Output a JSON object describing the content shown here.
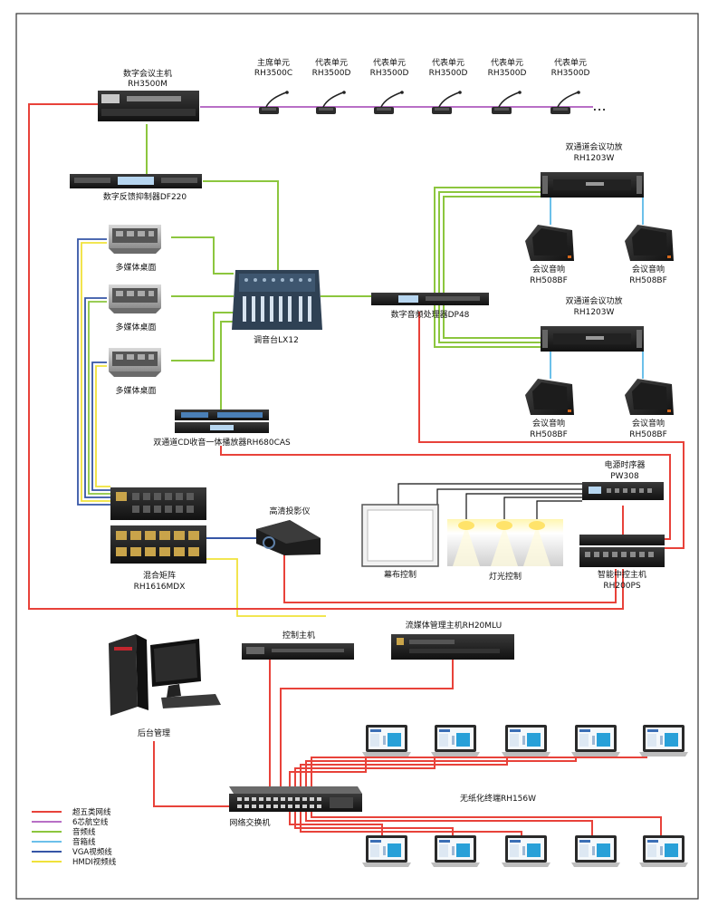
{
  "devices": {
    "host": {
      "name": "数字会议主机",
      "model": "RH3500M"
    },
    "mics": [
      {
        "role": "主席单元",
        "model": "RH3500C"
      },
      {
        "role": "代表单元",
        "model": "RH3500D"
      },
      {
        "role": "代表单元",
        "model": "RH3500D"
      },
      {
        "role": "代表单元",
        "model": "RH3500D"
      },
      {
        "role": "代表单元",
        "model": "RH3500D"
      },
      {
        "role": "代表单元",
        "model": "RH3500D"
      }
    ],
    "mic_more": "...",
    "feedback": "数字反馈抑制器DF220",
    "boxes": [
      "多媒体桌面",
      "多媒体桌面",
      "多媒体桌面"
    ],
    "mixer": "调音台LX12",
    "processor": "数字音频处理器DP48",
    "amp1": {
      "name": "双通道会议功放",
      "model": "RH1203W"
    },
    "amp2": {
      "name": "双通道会议功放",
      "model": "RH1203W"
    },
    "speakers": [
      {
        "name": "会议音响",
        "model": "RH508BF"
      },
      {
        "name": "会议音响",
        "model": "RH508BF"
      },
      {
        "name": "会议音响",
        "model": "RH508BF"
      },
      {
        "name": "会议音响",
        "model": "RH508BF"
      }
    ],
    "cd": "双通道CD收音一体播放器RH680CAS",
    "power": {
      "name": "电源时序器",
      "model": "PW308"
    },
    "projector": "高清投影仪",
    "matrix": {
      "name": "混合矩阵",
      "model": "RH1616MDX"
    },
    "screen": "幕布控制",
    "lights": "灯光控制",
    "central": {
      "name": "智能中控主机",
      "model": "RH200PS"
    },
    "ctrl_host": "控制主机",
    "stream": "流媒体管理主机RH20MLU",
    "backend": "后台管理",
    "switch": "网络交换机",
    "paperless": "无纸化终端RH156W"
  },
  "legend": [
    {
      "label": "超五类网线",
      "color": "#e8423a"
    },
    {
      "label": "6芯航空线",
      "color": "#b86fc6"
    },
    {
      "label": "音频线",
      "color": "#8cc63e"
    },
    {
      "label": "音箱线",
      "color": "#6cc0ea"
    },
    {
      "label": "VGA视频线",
      "color": "#3656a6"
    },
    {
      "label": "HMDI视频线",
      "color": "#f0e23a"
    }
  ]
}
